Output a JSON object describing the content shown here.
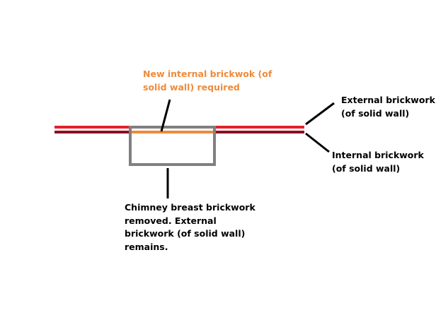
{
  "colors": {
    "external_wall": "#e3212b",
    "internal_wall": "#8a0f23",
    "new_brickwork": "#ee8a3a",
    "chimney_outline": "#808080",
    "leader": "#000000"
  },
  "labels": {
    "new_internal": [
      "New internal brickwok (of",
      "solid wall) required"
    ],
    "external": [
      "External brickwork",
      "(of solid wall)"
    ],
    "internal": [
      "Internal brickwork",
      "(of solid wall)"
    ],
    "chimney": [
      "Chimney breast brickwork",
      "removed. External",
      "brickwork (of solid wall)",
      "remains."
    ]
  }
}
